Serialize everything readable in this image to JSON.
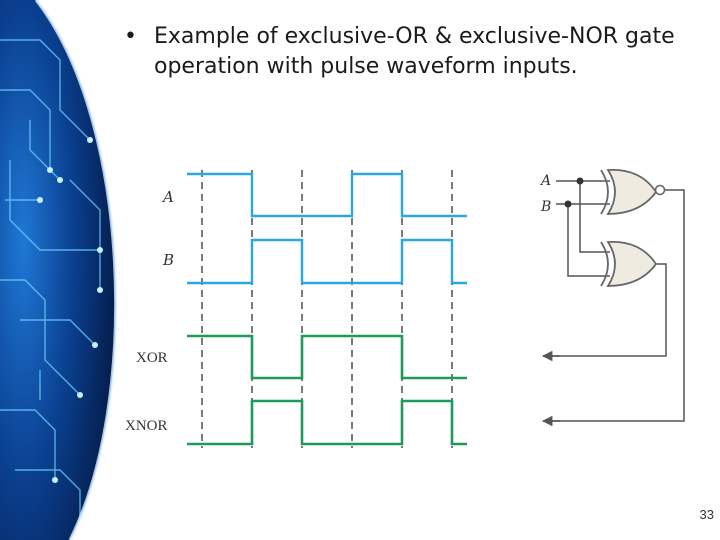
{
  "slide": {
    "bullet_symbol": "•",
    "bullet_text": "Example of exclusive-OR & exclusive-NOR gate operation with pulse waveform inputs.",
    "page_number": "33"
  },
  "figure": {
    "waveform_labels": {
      "a": "A",
      "b": "B",
      "xor": "XOR",
      "xnor": "XNOR"
    },
    "gate_input_labels": {
      "a": "A",
      "b": "B"
    },
    "signals": {
      "a": [
        1,
        0,
        0,
        1,
        0
      ],
      "b": [
        0,
        1,
        0,
        0,
        1
      ],
      "xor": [
        1,
        0,
        1,
        1,
        0
      ],
      "xnor": [
        0,
        1,
        0,
        0,
        1
      ]
    }
  },
  "colors": {
    "input_wave": "#2aa8de",
    "output_wave": "#1e9a5c",
    "circuit_line": "#555555",
    "gate_fill": "#efebe0",
    "gate_stroke": "#666666",
    "background_art": "#0a3f8f"
  }
}
